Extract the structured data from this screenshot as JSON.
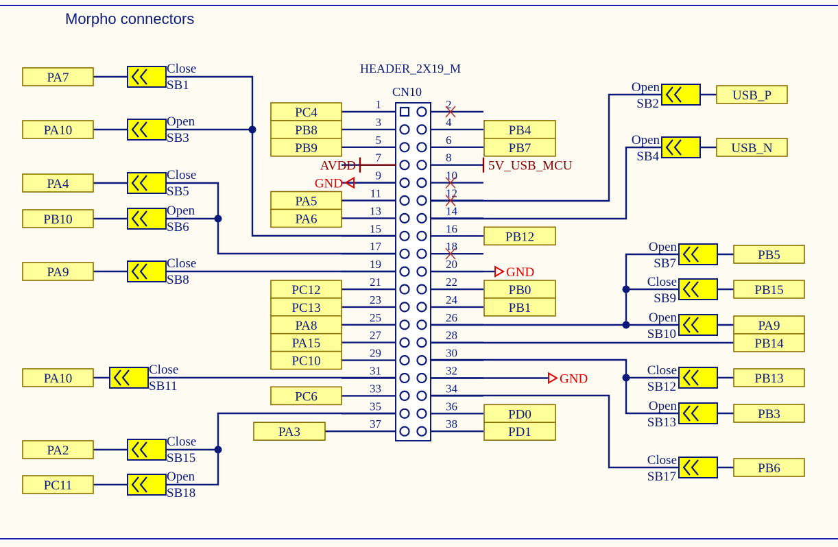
{
  "title": "Morpho connectors",
  "header": {
    "part": "HEADER_2X19_M",
    "ref": "CN10"
  },
  "pin_numbers": [
    "1",
    "2",
    "3",
    "4",
    "5",
    "6",
    "7",
    "8",
    "9",
    "10",
    "11",
    "12",
    "13",
    "14",
    "15",
    "16",
    "17",
    "18",
    "19",
    "20",
    "21",
    "22",
    "23",
    "24",
    "25",
    "26",
    "27",
    "28",
    "29",
    "30",
    "31",
    "32",
    "33",
    "34",
    "35",
    "36",
    "37",
    "38"
  ],
  "left_pin_nets": [
    {
      "pin": "1",
      "net": "PC4"
    },
    {
      "pin": "3",
      "net": "PB8"
    },
    {
      "pin": "5",
      "net": "PB9"
    },
    {
      "pin": "11",
      "net": "PA5"
    },
    {
      "pin": "13",
      "net": "PA6"
    },
    {
      "pin": "21",
      "net": "PC12"
    },
    {
      "pin": "23",
      "net": "PC13"
    },
    {
      "pin": "25",
      "net": "PA8"
    },
    {
      "pin": "27",
      "net": "PA15"
    },
    {
      "pin": "29",
      "net": "PC10"
    },
    {
      "pin": "33",
      "net": "PC6"
    },
    {
      "pin": "37",
      "net": "PA3"
    }
  ],
  "right_pin_nets": [
    {
      "pin": "4",
      "net": "PB4"
    },
    {
      "pin": "6",
      "net": "PB7"
    },
    {
      "pin": "16",
      "net": "PB12"
    },
    {
      "pin": "22",
      "net": "PB0"
    },
    {
      "pin": "24",
      "net": "PB1"
    },
    {
      "pin": "36",
      "net": "PD0"
    },
    {
      "pin": "38",
      "net": "PD1"
    }
  ],
  "power_labels": {
    "avdd": "AVDD",
    "usb5v": "5V_USB_MCU",
    "gnd": "GND"
  },
  "left_bridges": [
    {
      "net": "PA7",
      "state": "Close",
      "ref": "SB1"
    },
    {
      "net": "PA10",
      "state": "Open",
      "ref": "SB3"
    },
    {
      "net": "PA4",
      "state": "Close",
      "ref": "SB5"
    },
    {
      "net": "PB10",
      "state": "Open",
      "ref": "SB6"
    },
    {
      "net": "PA9",
      "state": "Close",
      "ref": "SB8"
    },
    {
      "net": "PA10",
      "state": "Close",
      "ref": "SB11"
    },
    {
      "net": "PA2",
      "state": "Close",
      "ref": "SB15"
    },
    {
      "net": "PC11",
      "state": "Open",
      "ref": "SB18"
    }
  ],
  "right_bridges": [
    {
      "net": "USB_P",
      "state": "Open",
      "ref": "SB2"
    },
    {
      "net": "USB_N",
      "state": "Open",
      "ref": "SB4"
    },
    {
      "net": "PB5",
      "state": "Open",
      "ref": "SB7"
    },
    {
      "net": "PB15",
      "state": "Close",
      "ref": "SB9"
    },
    {
      "net": "PA9",
      "state": "Open",
      "ref": "SB10"
    },
    {
      "net": "PB14",
      "state": "",
      "ref": ""
    },
    {
      "net": "PB13",
      "state": "Close",
      "ref": "SB12"
    },
    {
      "net": "PB3",
      "state": "Open",
      "ref": "SB13"
    },
    {
      "net": "PB6",
      "state": "Close",
      "ref": "SB17"
    }
  ],
  "colors": {
    "background": "#fdfbf2",
    "wire": "#0b1a7a",
    "label_fill": "#ffff99",
    "label_border": "#8b6d00",
    "bridge_fill": "#ffff00",
    "power": "#8b0000",
    "ground": "#e00000",
    "text": "#0b1a7a",
    "frame": "#1c1cb4"
  }
}
